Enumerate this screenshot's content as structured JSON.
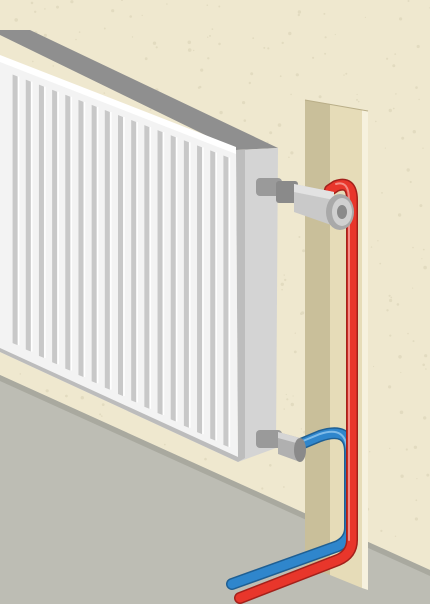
{
  "diagram": {
    "subject": "panel-radiator-with-side-pipe-connection",
    "components": [
      {
        "id": "wall",
        "label": ""
      },
      {
        "id": "floor",
        "label": ""
      },
      {
        "id": "wall-chase",
        "label": ""
      },
      {
        "id": "radiator",
        "label": ""
      },
      {
        "id": "supply-valve",
        "label": ""
      },
      {
        "id": "return-valve",
        "label": ""
      },
      {
        "id": "supply-pipe",
        "label": ""
      },
      {
        "id": "return-pipe",
        "label": ""
      }
    ]
  },
  "colors": {
    "wall": "#efe8cf",
    "wall_texture": "#d9d1b5",
    "floor": "#bdbdb4",
    "chase": "#e6dcb8",
    "chase_shadow": "#c9bf9a",
    "radiator_front": "#f3f3f3",
    "radiator_shade": "#c8c8c8",
    "radiator_side": "#d9d9d9",
    "radiator_top": "#8f8f8f",
    "valve": "#b7b7b7",
    "valve_dark": "#6e6e6e",
    "supply_pipe": "#e8362b",
    "return_pipe": "#2f86cc"
  }
}
